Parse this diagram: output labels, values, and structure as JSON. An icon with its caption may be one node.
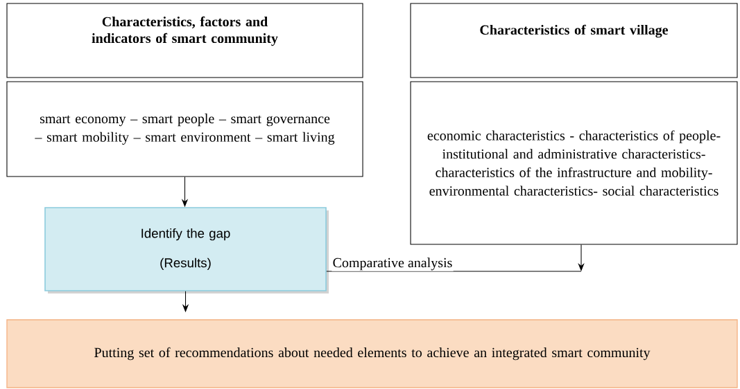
{
  "diagram": {
    "nodes": [
      {
        "text": [
          "Characteristics, factors and indicators of smart community"
        ]
      },
      {
        "text": [
          "smart economy – smart people – smart governance – smart mobility – smart environment – smart living"
        ]
      },
      {
        "text": [
          "Characteristics of smart village"
        ]
      },
      {
        "text": [
          "economic characteristics - characteristics of people- institutional and administrative characteristics- characteristics of the infrastructure and mobility- environmental characteristics- social characteristics"
        ]
      },
      {
        "text": [
          "Identify the gap",
          "(Results)"
        ]
      },
      {
        "text": [
          "Putting set of recommendations about needed elements to achieve an integrated smart community"
        ]
      }
    ],
    "edges": [
      {
        "from": 1,
        "to": 4,
        "arrow": "to"
      },
      {
        "from": 4,
        "to": 5,
        "arrow": "to"
      },
      {
        "from": 4,
        "to": null,
        "arrow": "none",
        "label": "Comparative analysis"
      },
      {
        "from": 3,
        "to": null,
        "arrow": "to"
      }
    ]
  }
}
